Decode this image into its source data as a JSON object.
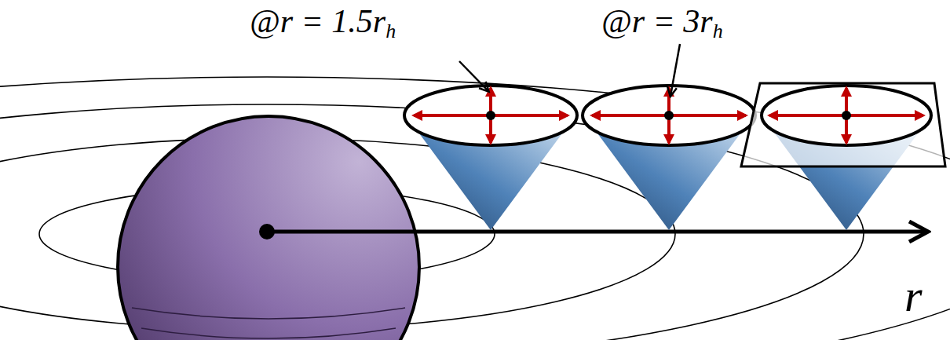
{
  "diagram": {
    "labels": [
      "@r = 1.5r",
      "h",
      "@r = 3r",
      "h",
      "r"
    ]
  }
}
